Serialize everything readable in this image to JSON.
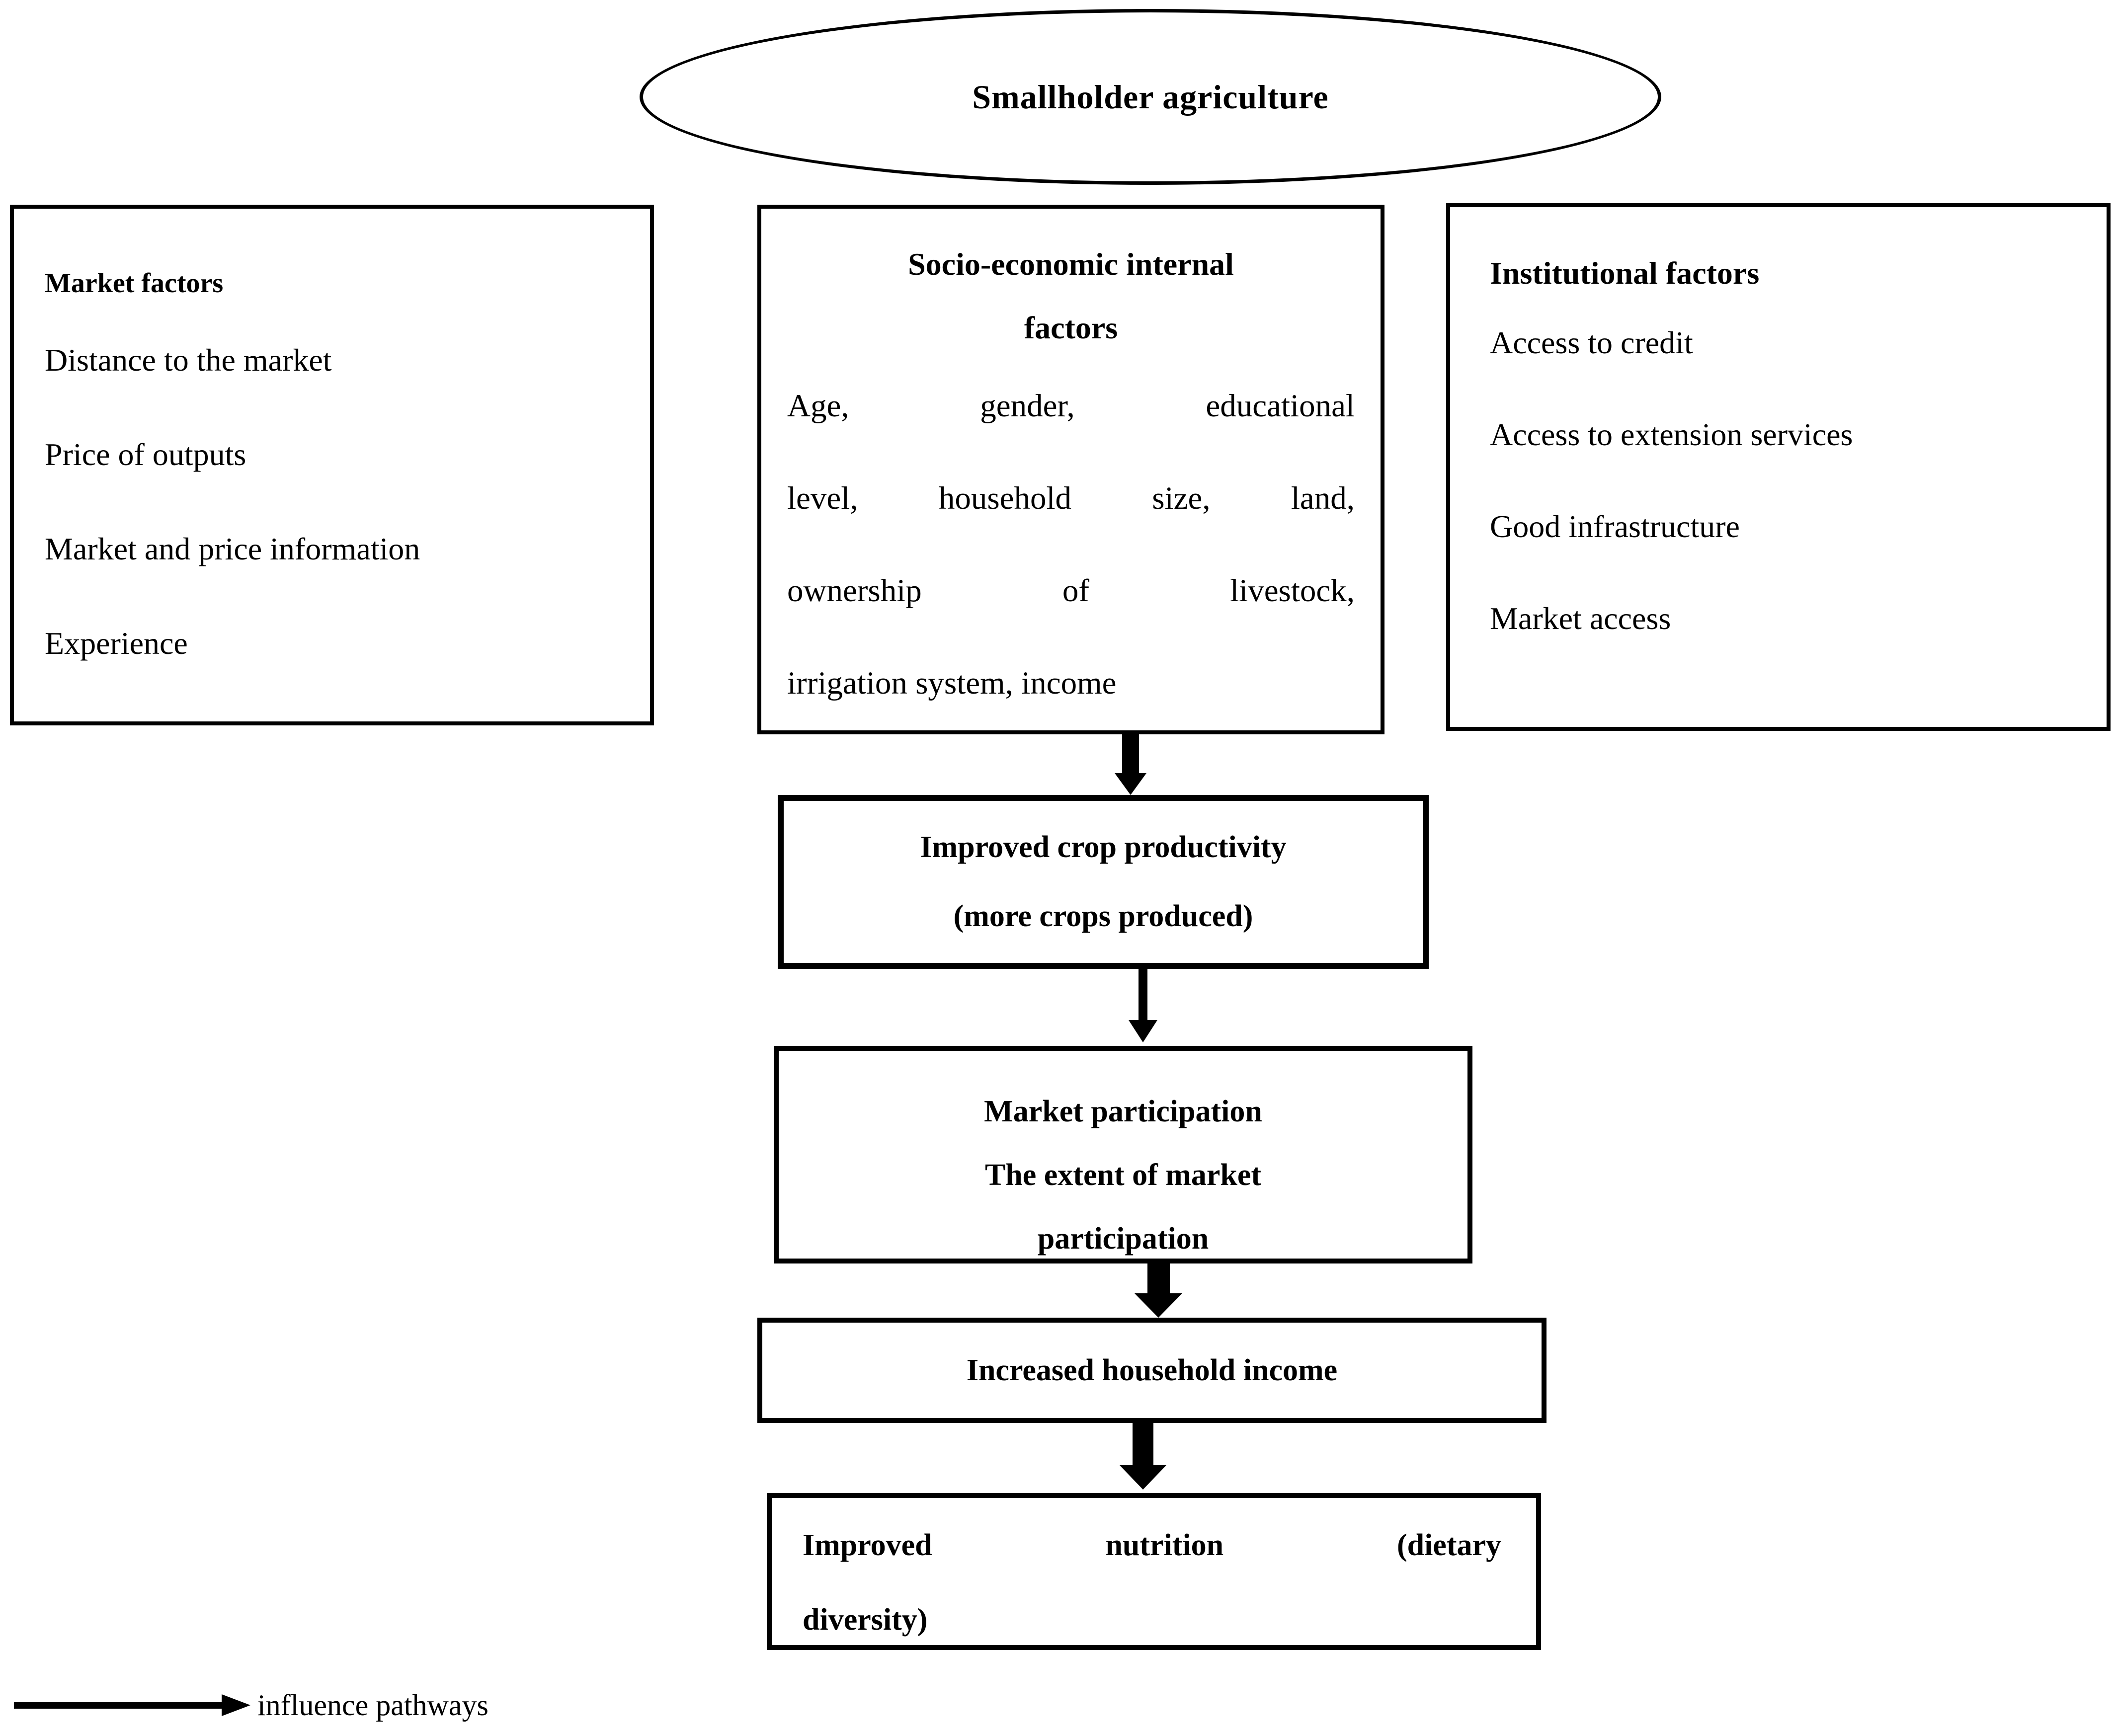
{
  "diagram": {
    "root_label": "Smallholder agriculture",
    "market_factors": {
      "title": "Market factors",
      "items": [
        "Distance to the market",
        "Price of outputs",
        "Market and price information",
        "Experience"
      ]
    },
    "socio_economic": {
      "title_lines": [
        "Socio-economic internal",
        "factors"
      ],
      "body_lines": [
        "Age, gender, educational",
        "level, household size, land,",
        "ownership of livestock,",
        "irrigation system, income"
      ]
    },
    "institutional": {
      "title": "Institutional factors",
      "items": [
        "Access to credit",
        "Access to extension services",
        "Good infrastructure",
        "Market access"
      ]
    },
    "flow_boxes": {
      "crop_productivity": {
        "lines": [
          "Improved crop productivity",
          "(more crops produced)"
        ]
      },
      "market_participation": {
        "lines": [
          "Market participation",
          "The extent of market",
          "participation"
        ]
      },
      "household_income": {
        "label": "Increased household income"
      },
      "nutrition": {
        "lines": [
          "Improved nutrition (dietary",
          "diversity)"
        ]
      }
    },
    "legend": {
      "label": "influence pathways"
    },
    "colors": {
      "ink": "#000000",
      "background": "#ffffff"
    }
  }
}
